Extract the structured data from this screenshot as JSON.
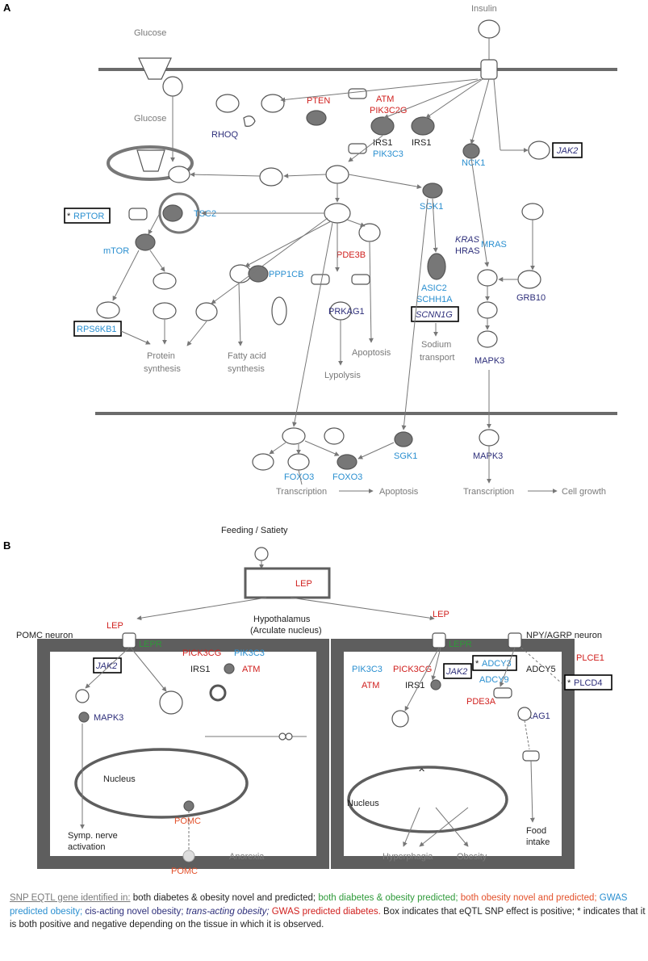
{
  "panel_a": {
    "label": "A",
    "labels": {
      "insulin": "Insulin",
      "glucose_out": "Glucose",
      "glucose_in": "Glucose",
      "pten": "PTEN",
      "atm": "ATM",
      "pik3c2g": "PIK3C2G",
      "irs1_a": "IRS1",
      "irs1_b": "IRS1",
      "pik3c3": "PIK3C3",
      "rhoq": "RHOQ",
      "jak2": "JAK2",
      "nck1": "NCK1",
      "rptor": "RPTOR",
      "rptor_star": "*",
      "tsc2": "TSC2",
      "mtor": "mTOR",
      "sgk1": "SGK1",
      "pde3b": "PDE3B",
      "ppp1cb": "PPP1CB",
      "prkag1": "PRKAG1",
      "kras": "KRAS",
      "hras": "HRAS",
      "mras": "MRAS",
      "grb10": "GRB10",
      "asic2": "ASIC2",
      "schh1a": "SCHH1A",
      "scnn1g": "SCNN1G",
      "rps6kb1": "RPS6KB1",
      "protein_synthesis": [
        "Protein",
        "synthesis"
      ],
      "fatty_acid_synthesis": [
        "Fatty acid",
        "synthesis"
      ],
      "lypolysis": "Lypolysis",
      "apoptosis_mid": "Apoptosis",
      "sodium_transport": [
        "Sodium",
        "transport"
      ],
      "mapk3_a": "MAPK3",
      "mapk3_b": "MAPK3",
      "foxo3_a": "FOXO3",
      "foxo3_b": "FOXO3",
      "sgk1_b": "SGK1",
      "transcription_1": "Transcription",
      "apoptosis_bottom": "Apoptosis",
      "transcription_2": "Transcription",
      "cell_growth": "Cell growth"
    }
  },
  "panel_b": {
    "label": "B",
    "labels": {
      "feeding": "Feeding / Satiety",
      "lep_top": "LEP",
      "lep_left": "LEP",
      "lep_right": "LEP",
      "hypothalamus": "Hypothalamus",
      "arculate": "(Arculate nucleus)",
      "pomc_neuron": "POMC neuron",
      "lepr_left": "LEPR",
      "lepr_right": "LEPR",
      "jak2_left": "JAK2",
      "pick3cg_left": "PICK3CG",
      "pik3c3_left": "PIK3C3",
      "irs1_left": "IRS1",
      "atm_left": "ATM",
      "mapk3": "MAPK3",
      "nucleus_left": "Nucleus",
      "pomc_inner": "POMC",
      "symp_nerve": [
        "Symp. nerve",
        "activation"
      ],
      "anorexia": "Anorexia",
      "pomc_outer": "POMC",
      "npy_agrp": "NPY/AGRP neuron",
      "adcy3": "ADCY3",
      "adcy3_star": "*",
      "adcy9": "ADCY9",
      "adcy5": "ADCY5",
      "plce1": "PLCE1",
      "plcd4": "PLCD4",
      "plcd4_star": "*",
      "pik3c3_right": "PIK3C3",
      "pick3cg_right": "PICK3CG",
      "jak2_right": "JAK2",
      "atm_right": "ATM",
      "irs1_right": "IRS1",
      "pde3a": "PDE3A",
      "pikag1": "PIKAG1",
      "nucleus_right": "Nucleus",
      "food_intake": [
        "Food",
        "intake"
      ],
      "hyperphagia": "Hyperphagia",
      "obesity": "Obesity"
    }
  },
  "legend": {
    "parts": [
      {
        "text": "SNP EQTL gene identified in:",
        "style": "gray"
      },
      {
        "text": " both diabetes & obesity novel and predicted;",
        "style": "black"
      },
      {
        "text": " both diabetes & obesity predicted;",
        "style": "green"
      },
      {
        "text": " both obesity novel and predicted;",
        "style": "orange"
      },
      {
        "text": " GWAS predicted obesity;",
        "style": "blue"
      },
      {
        "text": " cis-acting novel obesity;",
        "style": "navy"
      },
      {
        "text": " trans-acting obesity;",
        "style": "navy-it"
      },
      {
        "text": " GWAS predicted diabetes.",
        "style": "red"
      },
      {
        "text": " Box indicates that eQTL SNP effect is positive; * indicates that it is both positive and negative depending on the tissue in which it is observed.",
        "style": "black"
      }
    ]
  },
  "colors": {
    "gray": "#7a7a7a",
    "black": "#222222",
    "red": "#d0201e",
    "blue": "#2a8fd0",
    "navy": "#2d2e7a",
    "green": "#2f9a3a",
    "orange": "#e3502a",
    "membrane": "#6b6b6b"
  }
}
